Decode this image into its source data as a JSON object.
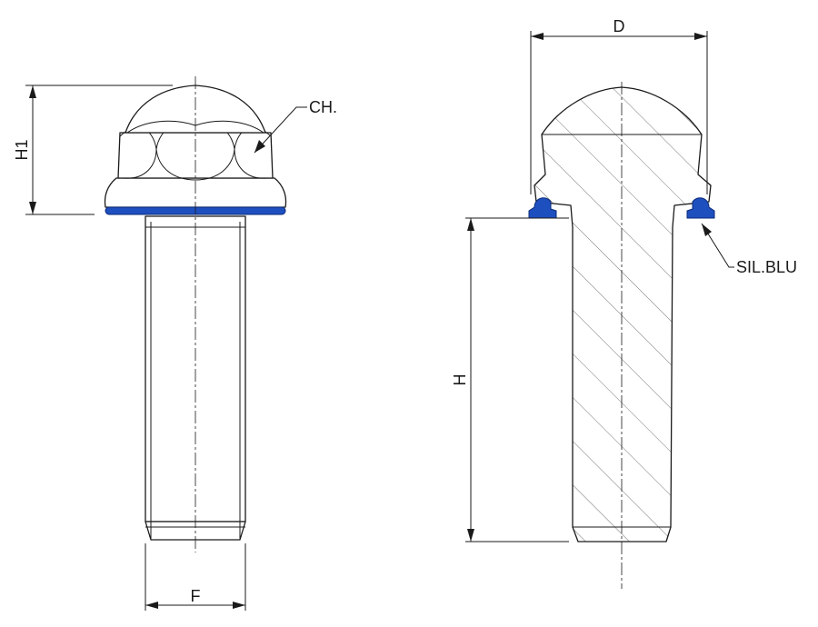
{
  "labels": {
    "h1": "H1",
    "ch": "CH.",
    "f": "F",
    "d": "D",
    "h": "H",
    "sil": "SIL.BLU"
  },
  "colors": {
    "seal": "#1e4fbf",
    "line": "#1a1a1a",
    "background": "#ffffff"
  }
}
